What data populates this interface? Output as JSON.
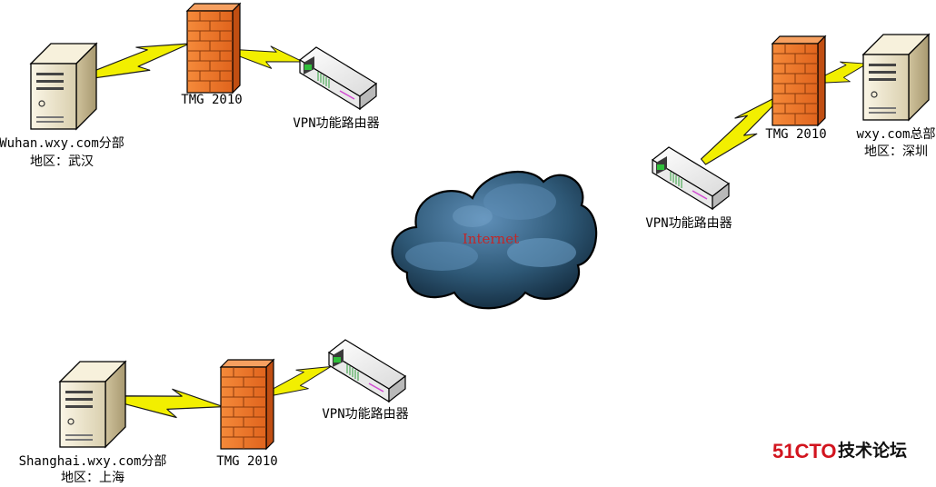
{
  "diagram": {
    "cloud": {
      "label": "Internet"
    },
    "sites": {
      "wuhan": {
        "server_name": "Wuhan.wxy.com分部",
        "server_region": "地区：武汉",
        "firewall_label": "TMG 2010",
        "router_label": "VPN功能路由器"
      },
      "shenzhen": {
        "server_name": "wxy.com总部",
        "server_region": "地区：深圳",
        "firewall_label": "TMG 2010",
        "router_label": "VPN功能路由器"
      },
      "shanghai": {
        "server_name": "Shanghai.wxy.com分部",
        "server_region": "地区：上海",
        "firewall_label": "TMG 2010",
        "router_label": "VPN功能路由器"
      }
    }
  },
  "watermark": {
    "number": "51CTO",
    "text": "技术论坛"
  },
  "colors": {
    "lightning": "#f2ef00",
    "firewall": "#f07a2a",
    "server": "#efe7cf",
    "cloud": "#27506f",
    "cloud_label": "#c0282a",
    "brand_red": "#d2141e"
  }
}
